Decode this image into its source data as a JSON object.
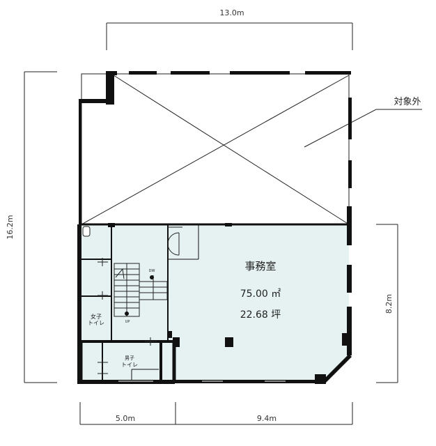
{
  "dimensions": {
    "top_width": "13.0m",
    "left_height": "16.2m",
    "right_height": "8.2m",
    "bottom_left": "5.0m",
    "bottom_right": "9.4m"
  },
  "labels": {
    "excluded": "対象外",
    "office": "事務室",
    "area_sqm": "75.00 ㎡",
    "area_tsubo": "22.68 坪",
    "womens_toilet_line1": "女子",
    "womens_toilet_line2": "トイレ",
    "mens_toilet_line1": "男子",
    "mens_toilet_line2": "トイレ",
    "stair_down": "DW",
    "stair_up": "UP"
  },
  "colors": {
    "wall": "#111111",
    "floor_fill": "#e6f2f2",
    "line": "#222222"
  }
}
